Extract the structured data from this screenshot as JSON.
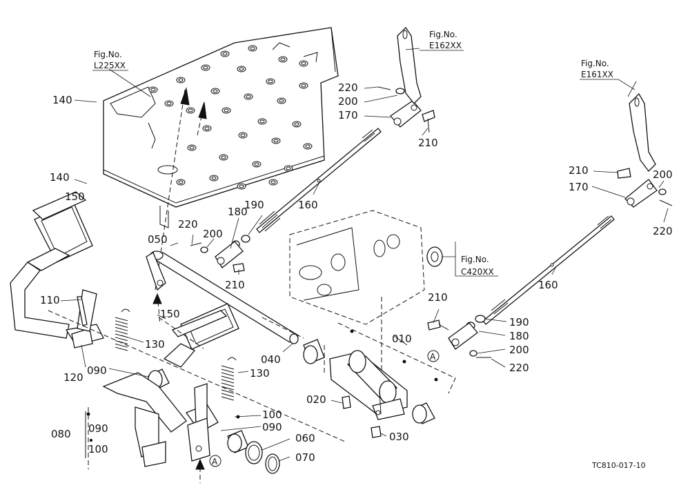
{
  "fig_refs": [
    {
      "id": "l225",
      "line1": "Fig.No.",
      "line2": "L225XX"
    },
    {
      "id": "e162",
      "line1": "Fig.No.",
      "line2": "E162XX"
    },
    {
      "id": "e161",
      "line1": "Fig.No.",
      "line2": "E161XX"
    },
    {
      "id": "c420",
      "line1": "Fig.No.",
      "line2": "C420XX"
    }
  ],
  "callouts": {
    "c140a": "140",
    "c140b": "140",
    "c150a": "150",
    "c150b": "150",
    "c220a": "220",
    "c200a": "200",
    "c170a": "170",
    "c210a": "210",
    "c160a": "160",
    "c210b": "210",
    "c200b": "200",
    "c170b": "170",
    "c220b": "220",
    "c160b": "160",
    "c050": "050",
    "c220c": "220",
    "c200c": "200",
    "c180a": "180",
    "c190a": "190",
    "c210c": "210",
    "c110": "110",
    "c130a": "130",
    "c120": "120",
    "c090a": "090",
    "c040": "040",
    "c130b": "130",
    "c010": "010",
    "c210d": "210",
    "c190b": "190",
    "c180b": "180",
    "c200d": "200",
    "c220d": "220",
    "c020": "020",
    "c100": "100",
    "c090b": "090",
    "c030": "030",
    "c060": "060",
    "c070": "070",
    "c080": "080",
    "c080_090": "090",
    "c080_100": "100"
  },
  "markers": {
    "a1": "A",
    "a2": "A"
  },
  "drawing_code": "TC810-017-10"
}
